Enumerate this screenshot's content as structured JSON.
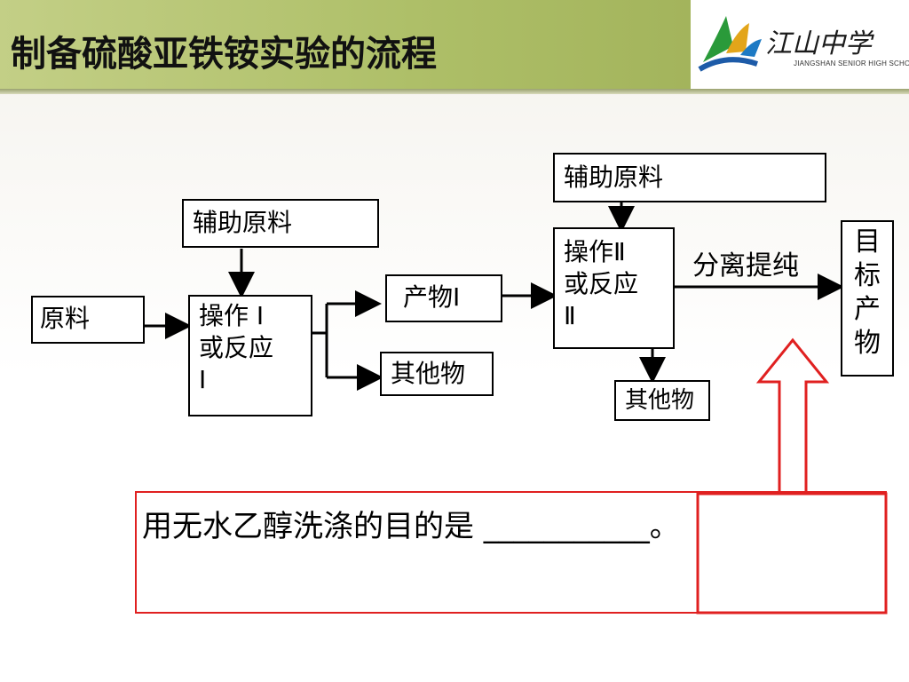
{
  "title": "制备硫酸亚铁铵实验的流程",
  "logo": {
    "name": "江山中学",
    "subtitle": "JIANGSHAN SENIOR HIGH SCHOOL"
  },
  "diagram": {
    "raw_material": "原料",
    "aux_material_1": "辅助原料",
    "operation_1": [
      "操作 Ⅰ",
      "或反应",
      "Ⅰ"
    ],
    "product_1": "产物Ⅰ",
    "other_1": "其他物",
    "aux_material_2": "辅助原料",
    "operation_2": [
      "操作Ⅱ",
      "或反应",
      "Ⅱ"
    ],
    "other_2": "其他物",
    "separation_label": "分离提纯",
    "target_product": [
      "目",
      "标",
      "产",
      "物"
    ]
  },
  "question": "用无水乙醇洗涤的目的是 ___________。",
  "colors": {
    "accent_red": "#e02020",
    "header_green": "#aebf68"
  }
}
